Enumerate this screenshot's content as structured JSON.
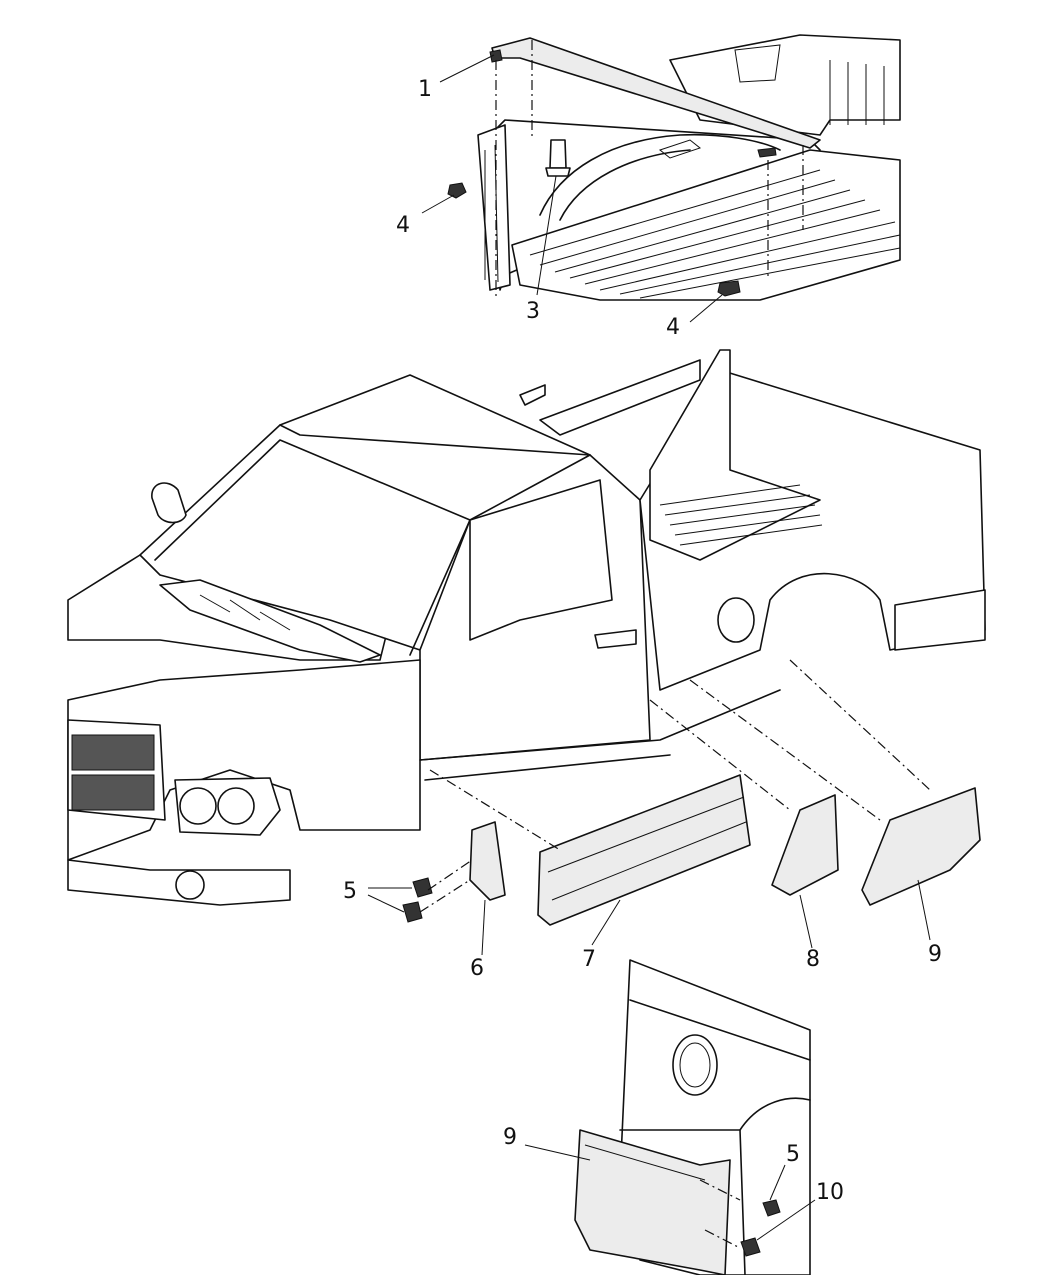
{
  "callouts": {
    "c1": "1",
    "c3": "3",
    "c4a": "4",
    "c4b": "4",
    "c5a": "5",
    "c5b": "5",
    "c6": "6",
    "c7": "7",
    "c8": "8",
    "c9a": "9",
    "c9b": "9",
    "c10": "10"
  }
}
